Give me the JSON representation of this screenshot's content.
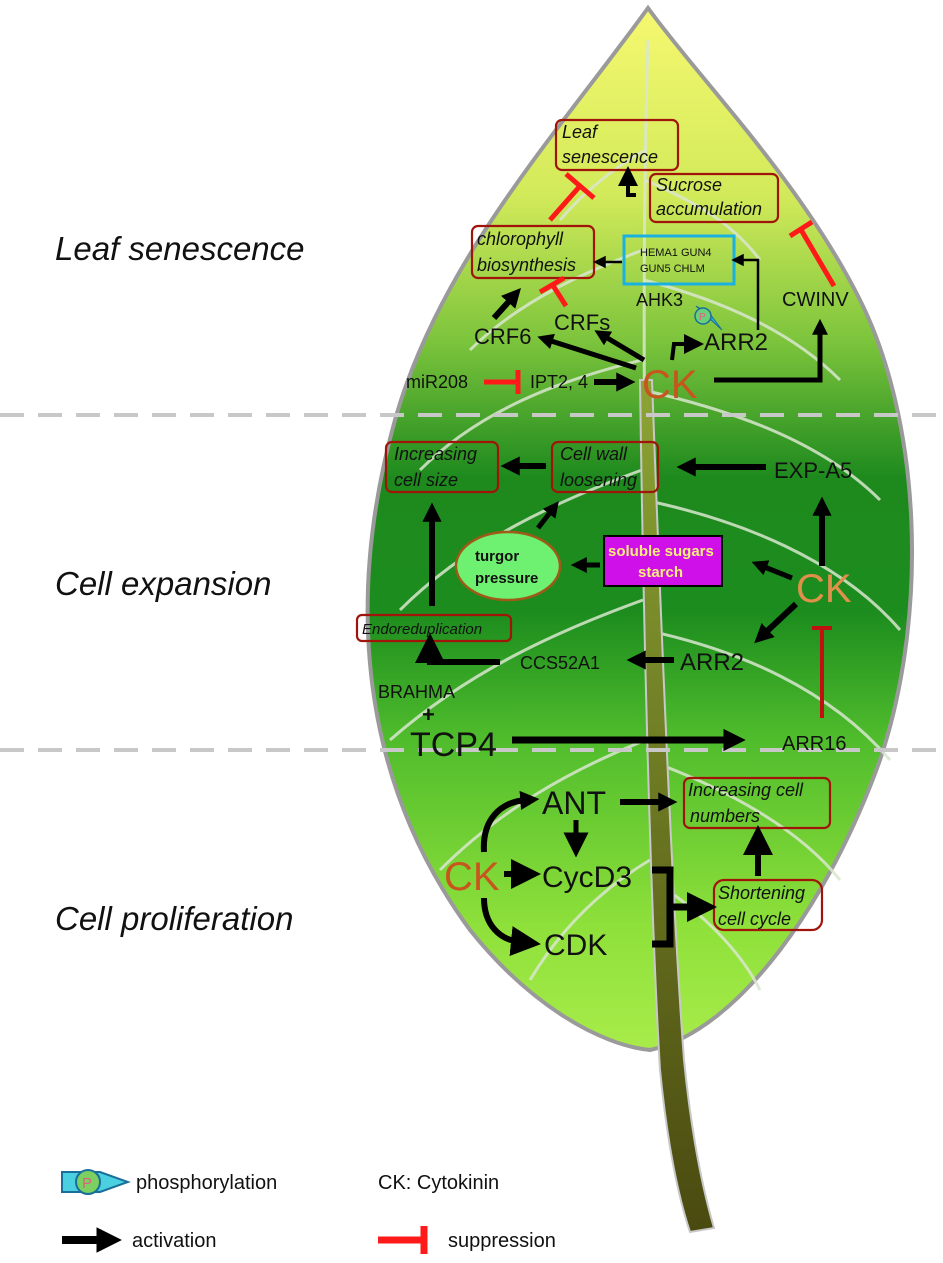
{
  "sections": {
    "leaf_senescence": "Leaf senescence",
    "cell_expansion": "Cell expansion",
    "cell_proliferation": "Cell proliferation"
  },
  "senescence": {
    "leaf_senescence_box": [
      "Leaf",
      "senescence"
    ],
    "sucrose_box": [
      "Sucrose",
      "accumulation"
    ],
    "chlorophyll_box": [
      "chlorophyll",
      "biosynthesis"
    ],
    "genes_box": [
      "HEMA1 GUN4",
      "GUN5 CHLM"
    ],
    "ahk3": "AHK3",
    "arr2": "ARR2",
    "cwinv": "CWINV",
    "crf6": "CRF6",
    "crfs": "CRFs",
    "mir208": "miR208",
    "ipt": "IPT2, 4",
    "ck": "CK",
    "phospho_letter": "P"
  },
  "expansion": {
    "cell_size_box": [
      "Increasing",
      "cell size"
    ],
    "wall_box": [
      "Cell wall",
      "loosening"
    ],
    "expa5": "EXP-A5",
    "turgor": [
      "turgor",
      "pressure"
    ],
    "sugars": [
      "soluble sugars",
      "starch"
    ],
    "ck": "CK",
    "endo_box": "Endoreduplication",
    "ccs52a1": "CCS52A1",
    "arr2": "ARR2",
    "brahma": "BRAHMA",
    "plus": "+",
    "tcp4": "TCP4",
    "arr16": "ARR16"
  },
  "proliferation": {
    "ant": "ANT",
    "cell_numbers_box": [
      "Increasing cell",
      "numbers"
    ],
    "ck": "CK",
    "cycd3": "CycD3",
    "cdk": "CDK",
    "cycle_box": [
      "Shortening",
      "cell cycle"
    ]
  },
  "legend": {
    "phosphorylation": "phosphorylation",
    "phospho_letter": "P",
    "cytokinin": "CK: Cytokinin",
    "activation": "activation",
    "suppression": "suppression"
  },
  "colors": {
    "activation": "#000000",
    "suppression": "#ff1a1a",
    "box_border": "#a0140a",
    "gene_box_border": "#1ab0e0",
    "sugar_box_fill": "#d010e8",
    "turgor_fill": "#6ef070",
    "ck_text": "#c8551e"
  }
}
